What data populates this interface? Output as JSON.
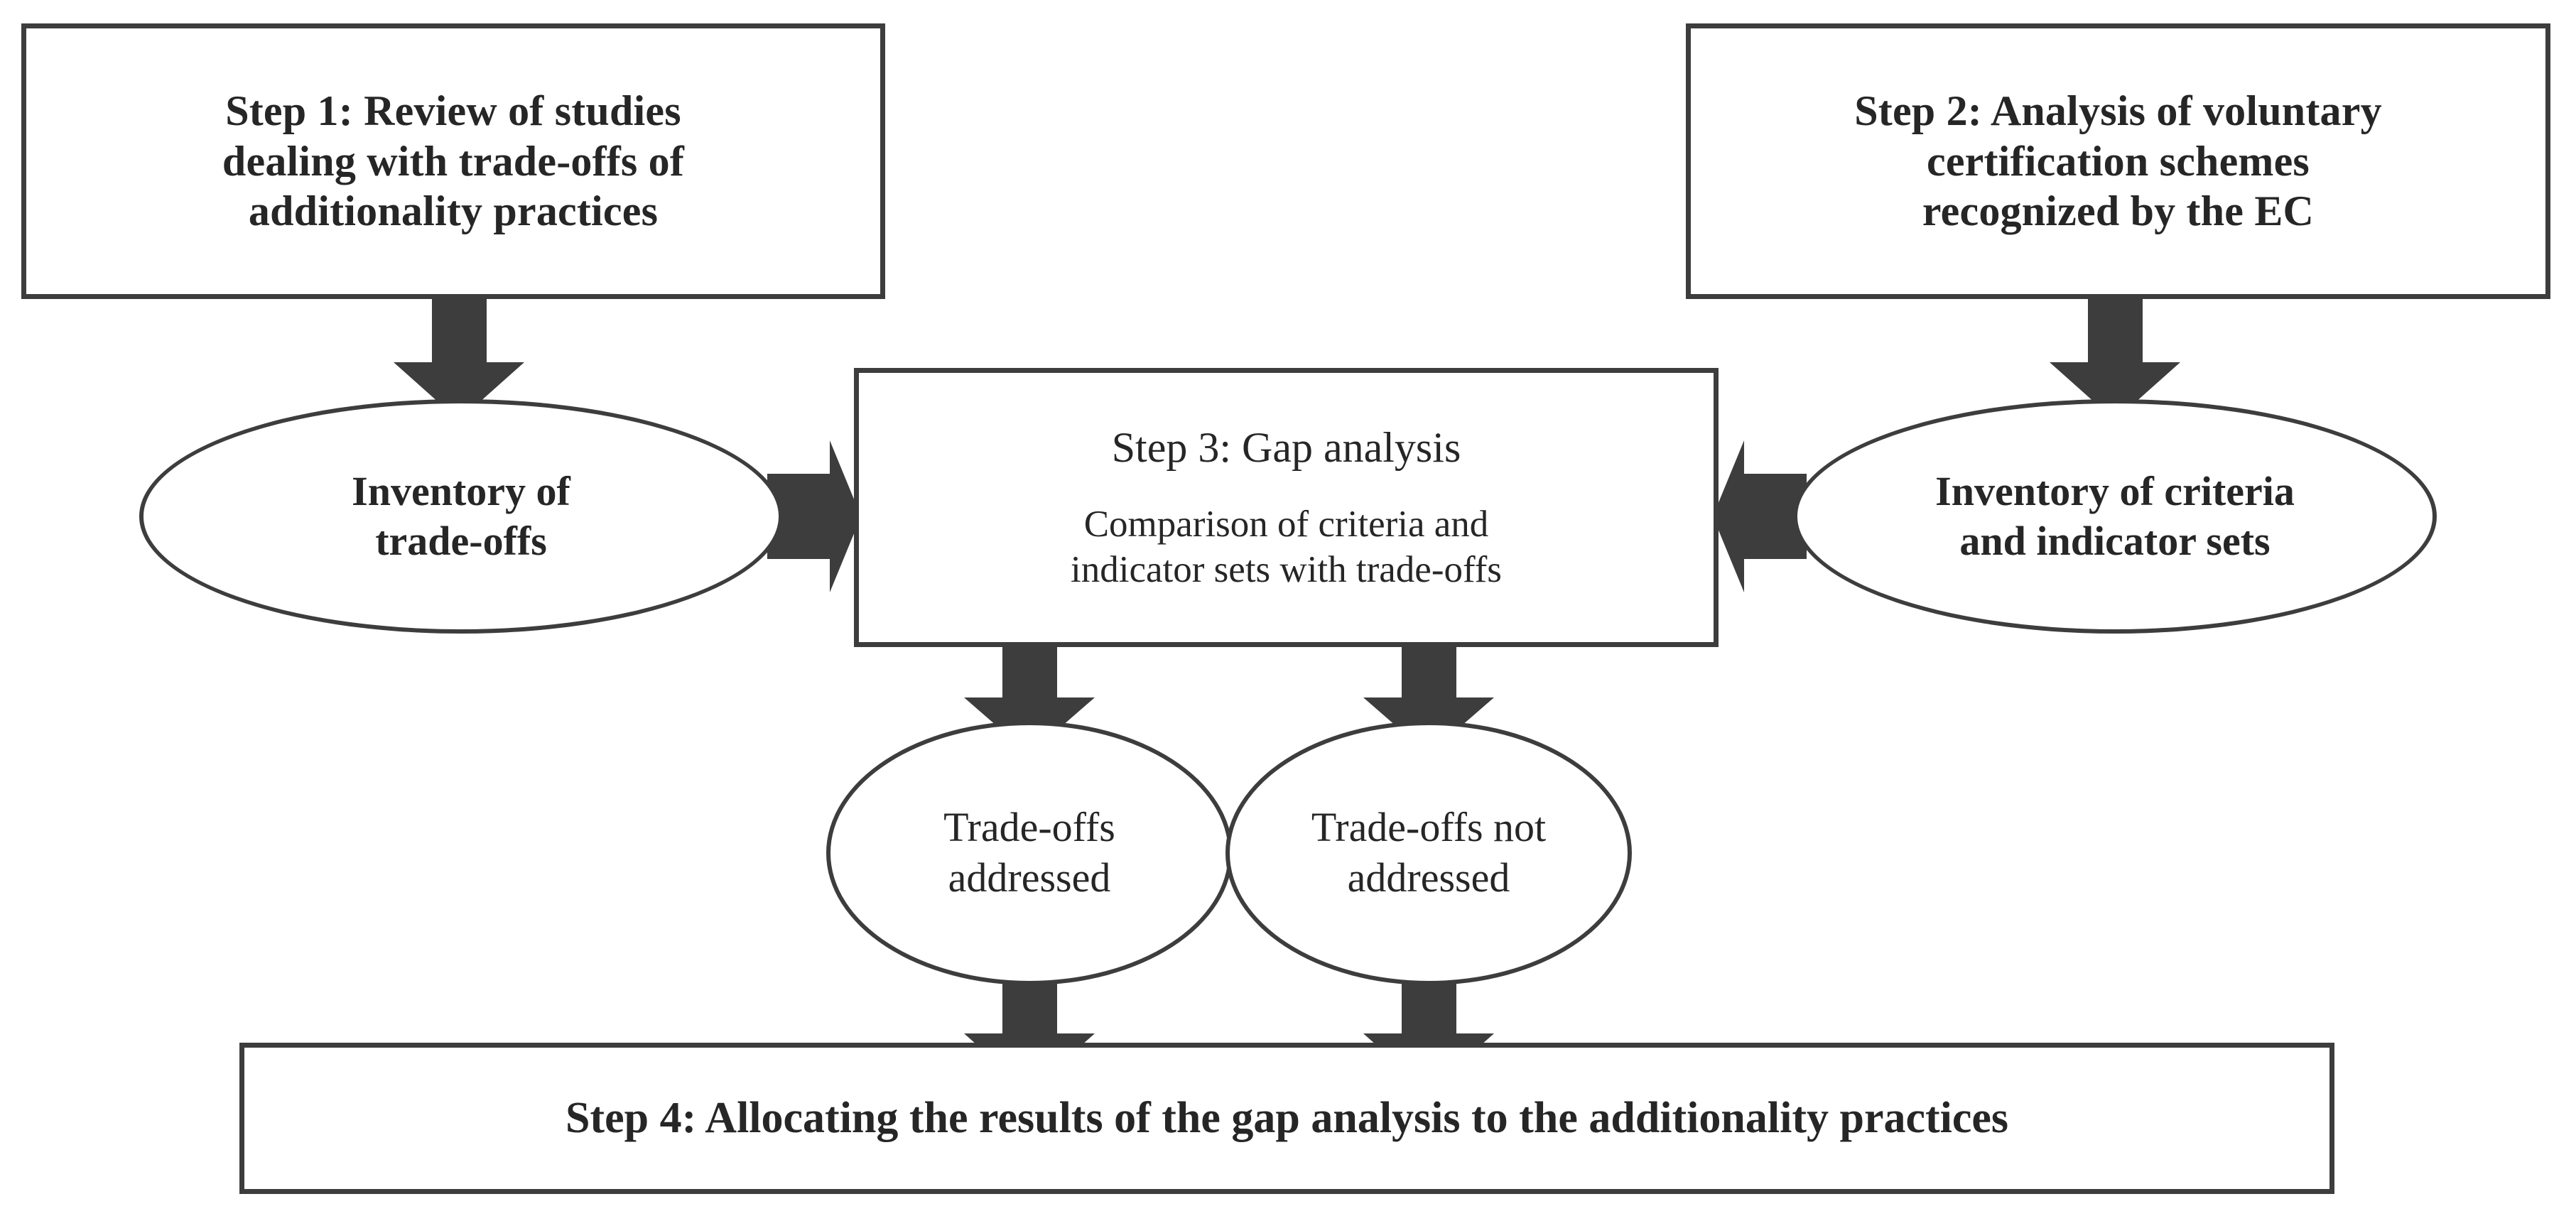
{
  "diagram": {
    "title": "Four-step methodology flowchart for gap analysis of trade-offs of additionality practices",
    "background_color": "#ffffff",
    "stroke_color": "#3d3d3d",
    "text_color": "#262626",
    "arrow_color": "#3d3d3d"
  },
  "nodes": {
    "step1": {
      "shape": "rectangle",
      "line1": "Step 1: Review of studies",
      "line2": "dealing with trade-offs of",
      "line3": "additionality practices"
    },
    "step2": {
      "shape": "rectangle",
      "line1": "Step 2: Analysis of voluntary",
      "line2": "certification schemes",
      "line3": "recognized by the EC"
    },
    "step3": {
      "shape": "rectangle",
      "title": "Step 3: Gap analysis",
      "sub_line1": "Comparison of criteria and",
      "sub_line2": "indicator sets with trade-offs"
    },
    "step4": {
      "shape": "rectangle",
      "title": "Step 4: Allocating the results of the gap analysis to the additionality practices"
    },
    "inventory_tradeoffs": {
      "shape": "ellipse",
      "line1": "Inventory of",
      "line2": "trade-offs"
    },
    "inventory_criteria": {
      "shape": "ellipse",
      "line1": "Inventory of criteria",
      "line2": "and indicator sets"
    },
    "tradeoffs_addressed": {
      "shape": "ellipse",
      "line1": "Trade-offs",
      "line2": "addressed"
    },
    "tradeoffs_not_addressed": {
      "shape": "ellipse",
      "line1": "Trade-offs not",
      "line2": "addressed"
    }
  },
  "connectors": [
    {
      "name": "step1-to-inventory-tradeoffs",
      "from": "step1",
      "to": "inventory_tradeoffs",
      "direction": "down"
    },
    {
      "name": "step2-to-inventory-criteria",
      "from": "step2",
      "to": "inventory_criteria",
      "direction": "down"
    },
    {
      "name": "inventory-tradeoffs-to-step3",
      "from": "inventory_tradeoffs",
      "to": "step3",
      "direction": "right"
    },
    {
      "name": "inventory-criteria-to-step3",
      "from": "inventory_criteria",
      "to": "step3",
      "direction": "left"
    },
    {
      "name": "step3-to-tradeoffs-addressed",
      "from": "step3",
      "to": "tradeoffs_addressed",
      "direction": "down"
    },
    {
      "name": "step3-to-tradeoffs-not-addressed",
      "from": "step3",
      "to": "tradeoffs_not_addressed",
      "direction": "down"
    },
    {
      "name": "tradeoffs-addressed-to-step4",
      "from": "tradeoffs_addressed",
      "to": "step4",
      "direction": "down"
    },
    {
      "name": "tradeoffs-not-addressed-to-step4",
      "from": "tradeoffs_not_addressed",
      "to": "step4",
      "direction": "down"
    }
  ]
}
